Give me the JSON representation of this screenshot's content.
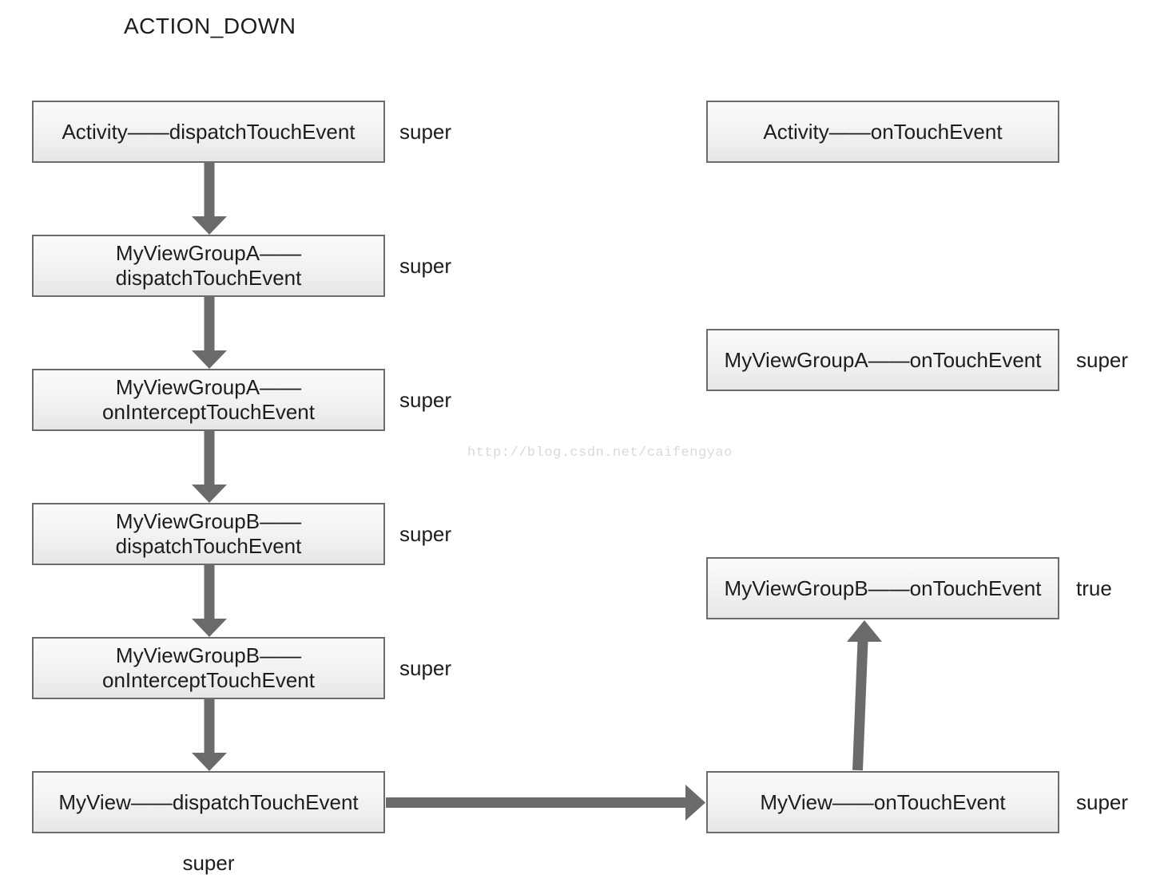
{
  "title": "ACTION_DOWN",
  "watermark": "http://blog.csdn.net/caifengyao",
  "colors": {
    "text": "#1d1d1d",
    "box_border": "#6b6b6b",
    "box_fill_top": "#fbfbfb",
    "box_fill_bottom": "#e7e7e7",
    "arrow": "#6b6b6b",
    "watermark": "#d9d9d5"
  },
  "flow": {
    "dispatch_chain": [
      {
        "line1": "Activity——dispatchTouchEvent",
        "line2": "",
        "return_label": "super",
        "return_position": "right"
      },
      {
        "line1": "MyViewGroupA——",
        "line2": "dispatchTouchEvent",
        "return_label": "super",
        "return_position": "right"
      },
      {
        "line1": "MyViewGroupA——",
        "line2": "onInterceptTouchEvent",
        "return_label": "super",
        "return_position": "right"
      },
      {
        "line1": "MyViewGroupB——",
        "line2": "dispatchTouchEvent",
        "return_label": "super",
        "return_position": "right"
      },
      {
        "line1": "MyViewGroupB——",
        "line2": "onInterceptTouchEvent",
        "return_label": "super",
        "return_position": "right"
      },
      {
        "line1": "MyView——dispatchTouchEvent",
        "line2": "",
        "return_label": "super",
        "return_position": "below"
      }
    ],
    "ontouch_chain": [
      {
        "line1": "Activity——onTouchEvent",
        "return_label": ""
      },
      {
        "line1": "MyViewGroupA——onTouchEvent",
        "return_label": "super"
      },
      {
        "line1": "MyViewGroupB——onTouchEvent",
        "return_label": "true"
      },
      {
        "line1": "MyView——onTouchEvent",
        "return_label": "super"
      }
    ]
  }
}
